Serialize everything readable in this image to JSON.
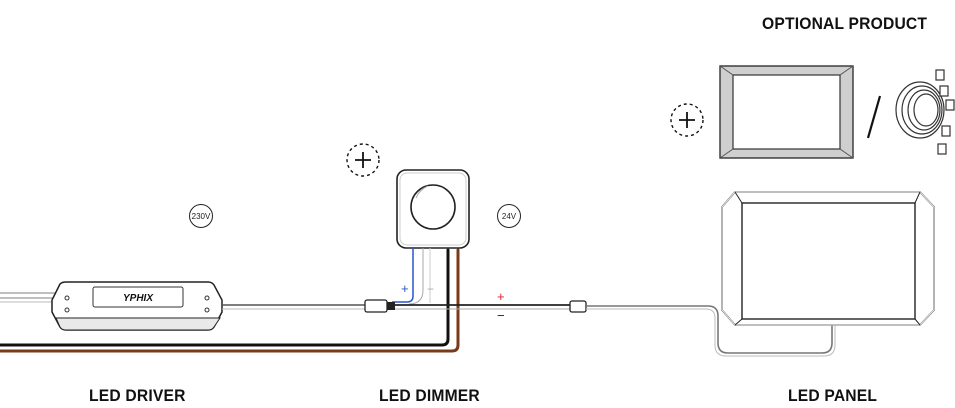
{
  "labels": {
    "optional_product": "OPTIONAL PRODUCT",
    "led_driver": "LED DRIVER",
    "led_dimmer": "LED DIMMER",
    "led_panel": "LED PANEL"
  },
  "badges": {
    "input_voltage": "230V",
    "output_voltage": "24V"
  },
  "brand": "YPHIX",
  "polarity": {
    "plus": "+",
    "minus": "−"
  },
  "colors": {
    "wire_blue": "#2a56c6",
    "wire_brown": "#7a3b1a",
    "wire_black": "#111111",
    "wire_grey": "#9a9a9a",
    "plus_red": "#e0202a"
  }
}
